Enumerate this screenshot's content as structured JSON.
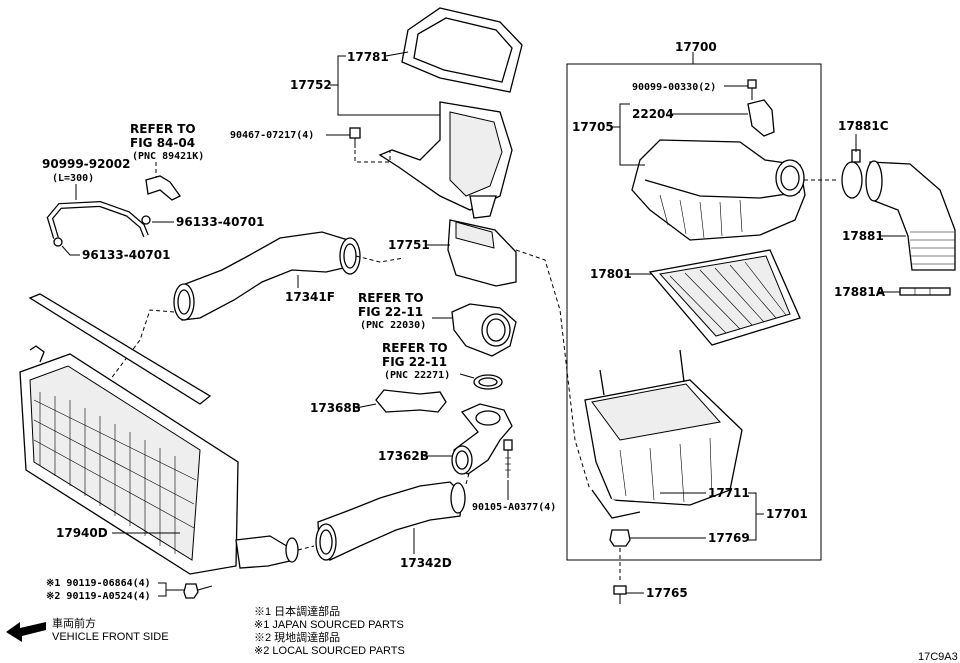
{
  "labels": {
    "p17781": "17781",
    "p17752": "17752",
    "p90467": "90467-07217(4)",
    "p17700": "17700",
    "p90099_00330": "90099-00330(2)",
    "p22204": "22204",
    "p17705": "17705",
    "p17881C": "17881C",
    "p17881": "17881",
    "p17881A": "17881A",
    "p17801": "17801",
    "p17751": "17751",
    "p90999": "90999-92002",
    "p90999_len": "(L=300)",
    "p96133_a": "96133-40701",
    "p96133_b": "96133-40701",
    "p17341F": "17341F",
    "p17368B": "17368B",
    "p17362B": "17362B",
    "p90105": "90105-A0377(4)",
    "p17940D": "17940D",
    "p17342D": "17342D",
    "p17711": "17711",
    "p17701": "17701",
    "p17769": "17769",
    "p17765": "17765",
    "ref1_line1": "REFER TO",
    "ref1_line2": "FIG 84-04",
    "ref1_line3": "(PNC 89421K)",
    "ref2_line1": "REFER TO",
    "ref2_line2": "FIG 22-11",
    "ref2_line3": "(PNC 22030)",
    "ref3_line1": "REFER TO",
    "ref3_line2": "FIG 22-11",
    "ref3_line3": "(PNC 22271)",
    "bolt1": "※1 90119-06864(4)",
    "bolt2": "※2 90119-A0524(4)"
  },
  "legend": {
    "l1": "※1  日本調達部品",
    "l2": "※1  JAPAN SOURCED PARTS",
    "l3": "※2  現地調達部品",
    "l4": "※2  LOCAL SOURCED PARTS"
  },
  "front": {
    "jp": "車両前方",
    "en": "VEHICLE FRONT SIDE"
  },
  "figure_code": "17C9A3"
}
